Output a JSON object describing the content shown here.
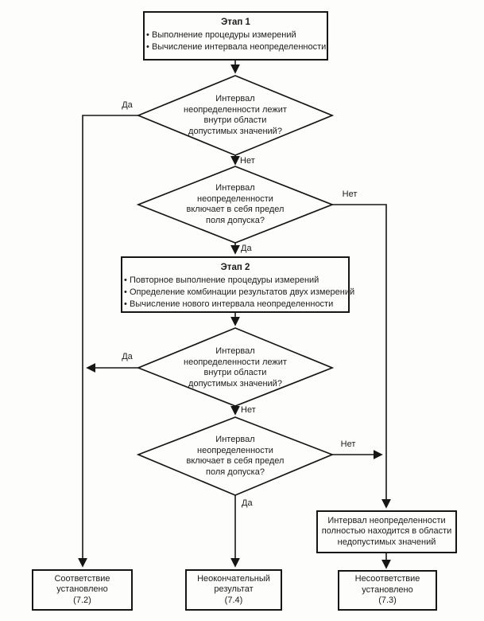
{
  "labels": {
    "yes": "Да",
    "no": "Нет"
  },
  "stage1": {
    "title": "Этап 1",
    "bullets": [
      "Выполнение процедуры измерений",
      "Вычисление интервала неопределенности"
    ]
  },
  "decision1": {
    "text": "Интервал\nнеопределенности лежит\nвнутри области\nдопустимых значений?"
  },
  "decision2": {
    "text": "Интервал\nнеопределенности\nвключает в себя предел\nполя допуска?"
  },
  "stage2": {
    "title": "Этап 2",
    "bullets": [
      "Повторное выполнение процедуры измерений",
      "Определение комбинации результатов двух измерений",
      "Вычисление нового интервала неопределенности"
    ]
  },
  "decision3": {
    "text": "Интервал\nнеопределенности лежит\nвнутри области\nдопустимых значений?"
  },
  "decision4": {
    "text": "Интервал\nнеопределенности\nвключает в себя предел\nполя допуска?"
  },
  "inadmissible_box": {
    "text": "Интервал неопределенности\nполностью находится в области\nнедопустимых значений"
  },
  "outcome_conformity": {
    "text": "Соответствие\nустановлено\n(7.2)"
  },
  "outcome_inconclusive": {
    "text": "Неокончательный\nрезультат\n(7.4)"
  },
  "outcome_nonconformity": {
    "text": "Несоответствие\nустановлено\n(7.3)"
  }
}
